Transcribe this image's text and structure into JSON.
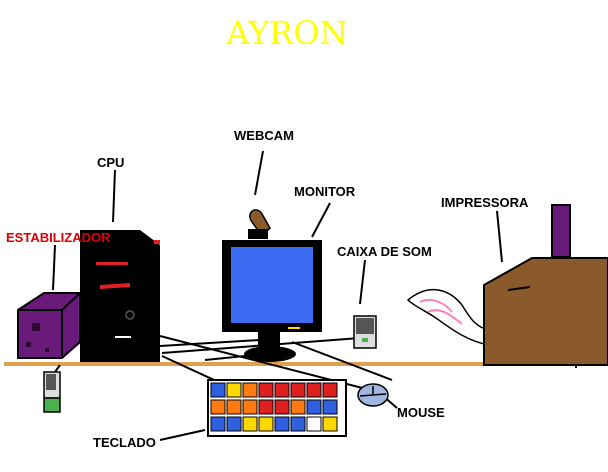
{
  "title": "AYRON",
  "labels": {
    "webcam": "WEBCAM",
    "cpu": "CPU",
    "monitor": "MONITOR",
    "impressora": "IMPRESSORA",
    "estabilizador": "ESTABILIZADOR",
    "caixa_de_som": "CAIXA DE SOM",
    "mouse": "MOUSE",
    "teclado": "TECLADO"
  },
  "colors": {
    "title": "#ffff00",
    "estabilizador_label": "#e00000",
    "desk": "#e0a050",
    "monitor_screen": "#3a6bf0",
    "estabilizador": "#6a1a7a",
    "impressora": "#8a5a2a",
    "impressora_paper_holder": "#6a1a7a",
    "webcam": "#8a5a2a",
    "caixa_de_som_light": "#4caf50"
  },
  "keyboard": {
    "rows": [
      [
        "#3060e0",
        "#ffd800",
        "#ff7a10",
        "#e02020",
        "#e02020",
        "#e02020",
        "#e02020",
        "#e02020"
      ],
      [
        "#ff7a10",
        "#ff7a10",
        "#ff7a10",
        "#e02020",
        "#e02020",
        "#ff7a10",
        "#3060e0",
        "#3060e0"
      ],
      [
        "#3060e0",
        "#3060e0",
        "#ffd800",
        "#ffd800",
        "#3060e0",
        "#3060e0",
        "#ffffff",
        "#ffd800"
      ]
    ]
  }
}
